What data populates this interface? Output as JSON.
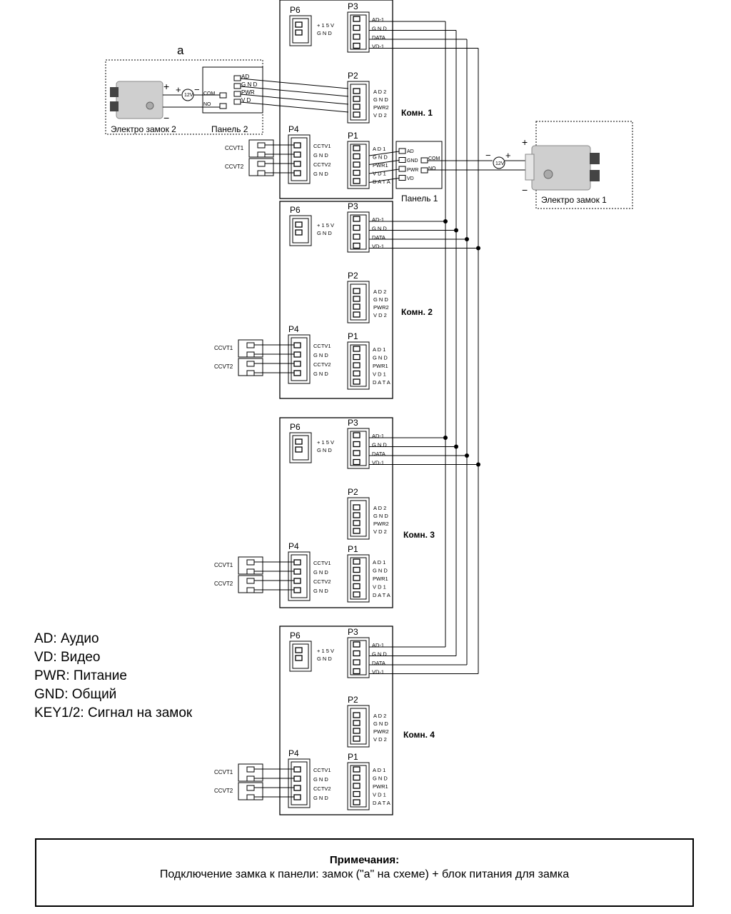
{
  "diagram": {
    "label_a": "a",
    "rooms": [
      {
        "name": "Комн. 1"
      },
      {
        "name": "Комн. 2"
      },
      {
        "name": "Комн. 3"
      },
      {
        "name": "Комн. 4"
      }
    ],
    "connectors": {
      "p6": {
        "title": "P6",
        "pins": [
          "+ 1 5 V",
          "G N D"
        ]
      },
      "p3": {
        "title": "P3",
        "pins": [
          "AD-1",
          "G N D",
          "DATA",
          "VD-1"
        ]
      },
      "p2": {
        "title": "P2",
        "pins": [
          "A D 2",
          "G N D",
          "PWR2",
          "V D 2"
        ]
      },
      "p4": {
        "title": "P4",
        "pins": [
          "CCTV1",
          "G N D",
          "CCTV2",
          "G N D"
        ]
      },
      "p1": {
        "title": "P1",
        "pins": [
          "A D 1",
          "G N D",
          "PWR1",
          "V D 1",
          "D A T A"
        ]
      }
    },
    "cam_labels": [
      "CCVT1",
      "CCVT2"
    ],
    "panel1": {
      "label": "Панель 1",
      "pins": [
        "AD",
        "GND",
        "PWR",
        "VD"
      ],
      "relay": [
        "COM",
        "NO"
      ]
    },
    "panel2": {
      "label": "Панель 2",
      "pins": [
        "AD",
        "G N D",
        "PWR",
        "V D"
      ],
      "relay": [
        "COM",
        "NO"
      ]
    },
    "lock1": {
      "label": "Электро замок 1"
    },
    "lock2": {
      "label": "Электро замок 2"
    },
    "supply": {
      "label": "12V",
      "plus": "+",
      "minus": "−"
    }
  },
  "legend": [
    "AD: Аудио",
    "VD: Видео",
    "PWR: Питание",
    "GND: Общий",
    "KEY1/2: Сигнал на замок"
  ],
  "notes": {
    "title": "Примечания:",
    "text": "Подключение замка к панели: замок (\"a\" на схеме) + блок питания для замка"
  }
}
